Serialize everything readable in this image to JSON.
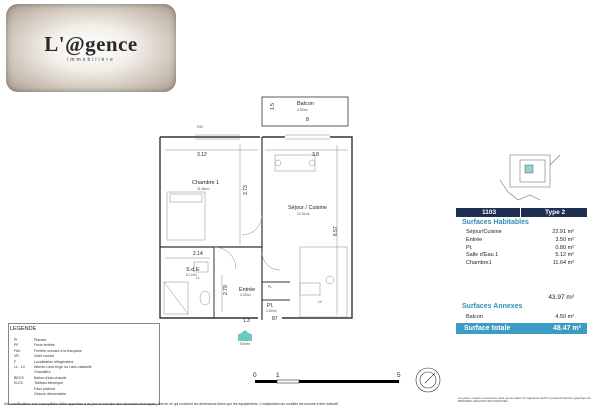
{
  "logo": {
    "text": "L'@gence",
    "subtitle": "immobilière"
  },
  "plan": {
    "rooms": {
      "balcon": {
        "label": "Balcon",
        "area": "4.50m²"
      },
      "chambre": {
        "label": "Chambre 1",
        "area": "11.64m²"
      },
      "sejour": {
        "label": "Séjour / Cuisine",
        "area": "22.91m²"
      },
      "sde": {
        "label": "S.d.E",
        "area": "5.12m²"
      },
      "entree": {
        "label": "Entrée",
        "area": "3.50m²"
      },
      "pl": {
        "label": "Pl.",
        "area": "0.80m²"
      }
    },
    "dims": {
      "d312": "3.12",
      "d38": "3.8",
      "d373": "3.73",
      "d657": "6.57",
      "d214": "2.14",
      "d279": "2.79",
      "d13": "1.3",
      "d87": "87",
      "d15": "1.5",
      "d8": "8"
    },
    "small": {
      "fav": "FAV",
      "pl": "PL",
      "ll": "LL",
      "lv": "LV"
    },
    "entry_mark": "Entrée"
  },
  "legend": {
    "title": "LEGENDE",
    "rows": [
      [
        "Pl",
        "Placard"
      ],
      [
        "PF",
        "Porte fenêtre"
      ],
      [
        "FAV",
        "Fenêtre ouvrant à la française"
      ],
      [
        "VR",
        "Volet roulant"
      ],
      [
        "F",
        "Localisation réfrigérateur"
      ],
      [
        "LL - LV",
        "Attente Lave-linge ou Lave-vaisselle"
      ],
      [
        "",
        "Chaudière"
      ],
      [
        "BECS",
        "Ballon d'eau chaude"
      ],
      [
        "ELEC",
        "Tableau électrique"
      ],
      [
        "",
        "Faux plafond"
      ],
      [
        "",
        "Cloison démontable"
      ]
    ]
  },
  "table": {
    "lot": "1103",
    "type": "Type 2",
    "habitables_title": "Surfaces Habitables",
    "habitables": [
      {
        "name": "Séjour/Cuisine",
        "value": "22.91 m²"
      },
      {
        "name": "Entrée",
        "value": "3.50 m²"
      },
      {
        "name": "Pl.",
        "value": "0.80 m²"
      },
      {
        "name": "Salle d'Eau 1",
        "value": "5.12 m²"
      },
      {
        "name": "Chambre1",
        "value": "11.64 m²"
      }
    ],
    "habitables_total": "43.97 m²",
    "annexes_title": "Surfaces Annexes",
    "annexes": [
      {
        "name": "Balcon",
        "value": "4.50 m²"
      }
    ],
    "total_label": "Surface totale",
    "total_value": "48.47 m²"
  },
  "scale": {
    "s0": "0",
    "s1": "1",
    "s5": "5"
  },
  "footer": "Des modifications sont susceptibles d'être apportées à ce plan en fonction des nécessités techniques, tant en ce qui concerne les dimensions libres que les équipements. L'implantation du mobilier est donnée à titre indicatif.",
  "footer_right": "Les plans, croquis et esquisses, ainsi que les plans V1 rapportant réel® le prospectif intérieur graphique de MENARDO ARCHITECTES ASSOCIES."
}
